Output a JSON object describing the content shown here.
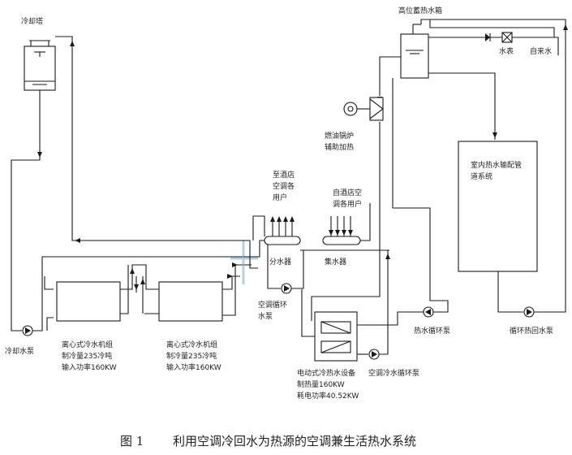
{
  "labels": {
    "cooling_tower": "冷却塔",
    "hot_tank": "高位蓄热水箱",
    "water_meter": "水表",
    "city_water": "自来水",
    "oil_boiler_1": "燃油锅炉",
    "oil_boiler_2": "辅助加热",
    "to_users_1": "至酒店",
    "to_users_2": "空调各",
    "to_users_3": "用户",
    "from_users_1": "自酒店空",
    "from_users_2": "调各用户",
    "indoor_1": "室内热水输配管",
    "indoor_2": "道系统",
    "distributor": "分水器",
    "collector": "集水器",
    "ac_pump_1": "空调循环",
    "ac_pump_2": "水泵",
    "cool_pump": "冷却水泵",
    "chiller1_1": "离心式冷水机组",
    "chiller1_2": "制冷量235冷吨",
    "chiller1_3": "输入功率160KW",
    "chiller2_1": "离心式冷水机组",
    "chiller2_2": "制冷量235冷吨",
    "chiller2_3": "输入功率160KW",
    "heatpump_1": "电动式冷热水设备",
    "heatpump_2": "制热量160KW",
    "heatpump_3": "耗电功率40.52KW",
    "ac_water_pump": "空调冷水循环泵",
    "hot_circ_pump": "热水循环泵",
    "return_pump": "循环热回水泵"
  },
  "caption": {
    "fig": "图 1",
    "title": "利用空调冷回水为热源的空调兼生活热水系统"
  }
}
